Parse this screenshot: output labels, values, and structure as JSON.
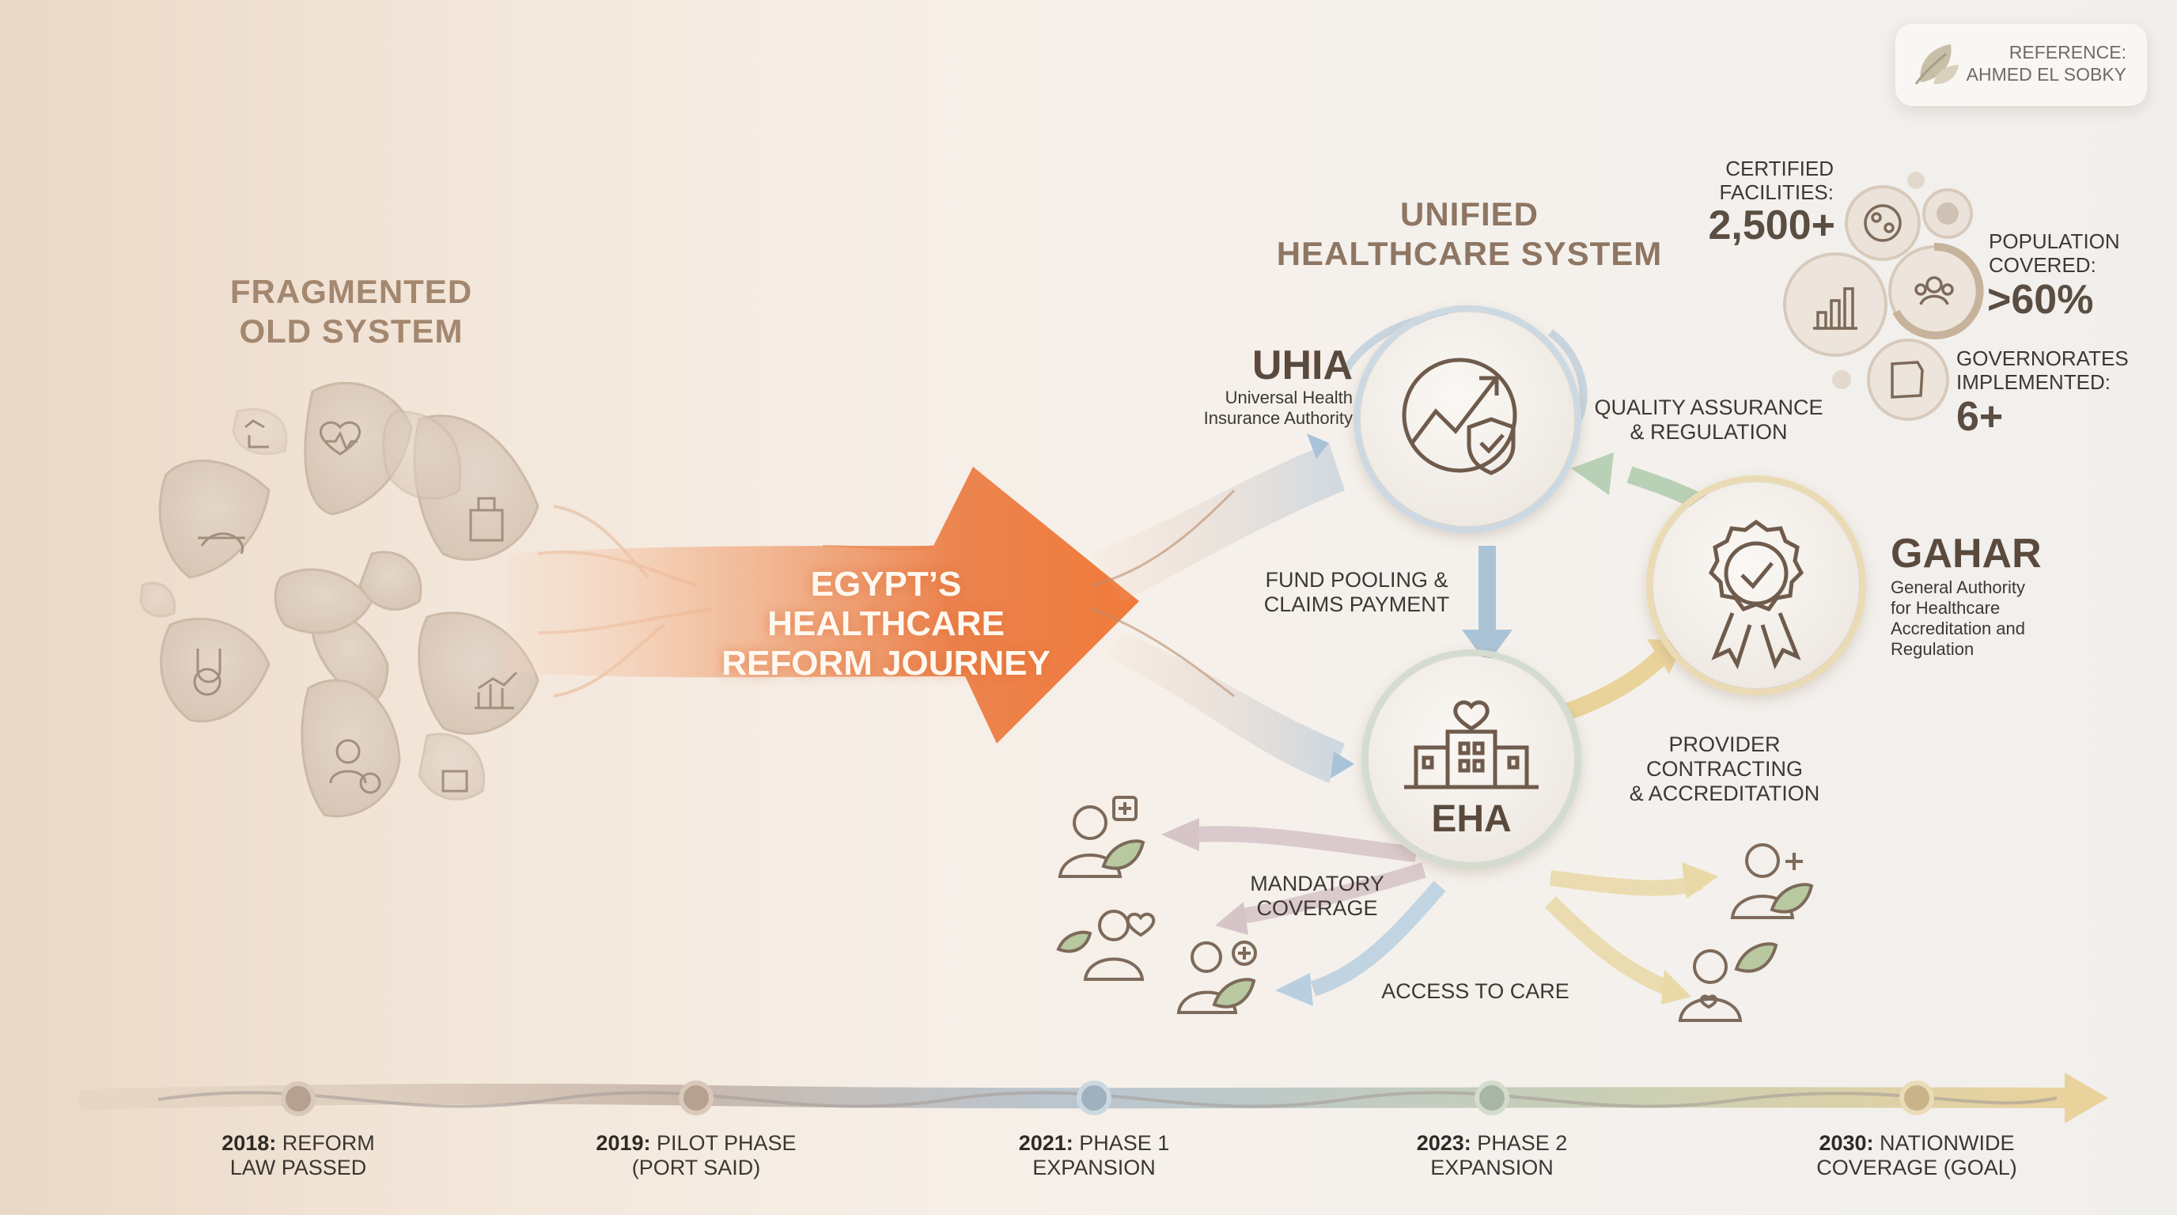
{
  "old_system": {
    "title": "FRAGMENTED\nOLD SYSTEM"
  },
  "journey": {
    "title": "EGYPT’S HEALTHCARE\nREFORM JOURNEY"
  },
  "unified": {
    "title": "UNIFIED\nHEALTHCARE SYSTEM"
  },
  "uhia": {
    "acronym": "UHIA",
    "name": "Universal Health\nInsurance Authority"
  },
  "eha": {
    "acronym": "EHA"
  },
  "gahar": {
    "acronym": "GAHAR",
    "name": "General Authority\nfor Healthcare\nAccreditation and\nRegulation"
  },
  "flows": {
    "quality": "QUALITY ASSURANCE\n& REGULATION",
    "fund": "FUND POOLING &\nCLAIMS PAYMENT",
    "provider": "PROVIDER CONTRACTING\n& ACCREDITATION",
    "mandatory": "MANDATORY\nCOVERAGE",
    "access": "ACCESS TO CARE"
  },
  "reference": {
    "line1": "REFERENCE:",
    "line2": "AHMED EL SOBKY"
  },
  "stats": {
    "facilities": {
      "label": "CERTIFIED\nFACILITIES:",
      "value": "2,500+"
    },
    "population": {
      "label": "POPULATION\nCOVERED:",
      "value": ">60%"
    },
    "governorates": {
      "label": "GOVERNORATES\nIMPLEMENTED:",
      "value": "6+"
    }
  },
  "timeline": [
    {
      "year": "2018:",
      "text": " REFORM\nLAW PASSED"
    },
    {
      "year": "2019:",
      "text": " PILOT PHASE\n(PORT SAID)"
    },
    {
      "year": "2021:",
      "text": " PHASE 1\nEXPANSION"
    },
    {
      "year": "2023:",
      "text": " PHASE 2\nEXPANSION"
    },
    {
      "year": "2030:",
      "text": " NATIONWIDE\nCOVERAGE (GOAL)"
    }
  ],
  "colors": {
    "accent_orange": "#ee7a3d",
    "flow_blue": "#a9c3d8",
    "flow_green": "#b6cfa6",
    "flow_gold": "#e6cf92",
    "flow_mauve": "#c7b2b8",
    "text_brown": "#8e7663"
  },
  "icons": {
    "uhia": "growth-shield-icon",
    "gahar": "award-badge-icon",
    "eha": "hospital-icon",
    "reference": "leaf-icon"
  }
}
